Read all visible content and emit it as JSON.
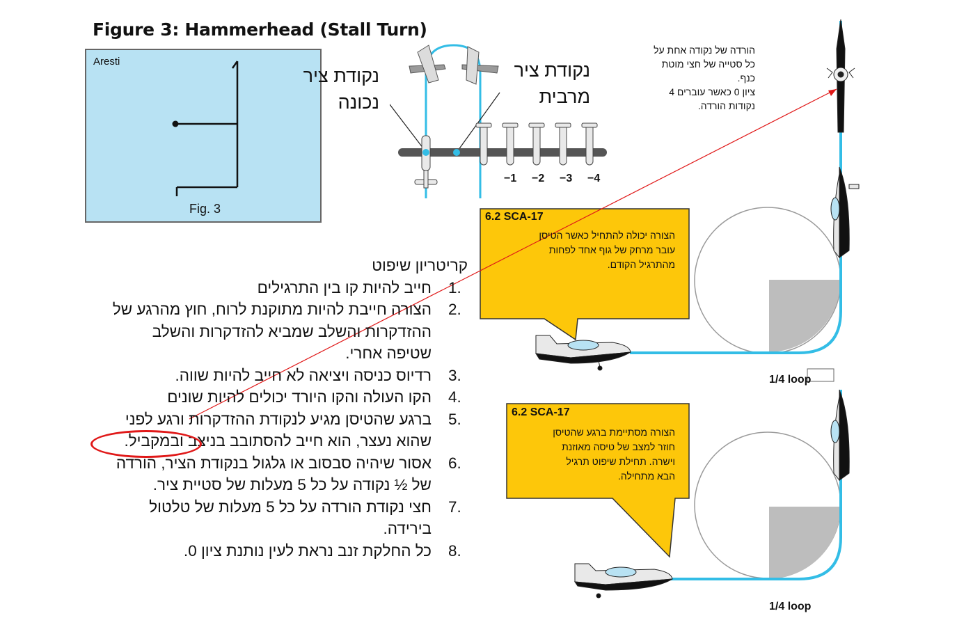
{
  "figure": {
    "title": "Figure 3: Hammerhead (Stall Turn)",
    "aresti_label": "Aresti",
    "fig_label": "Fig. 3"
  },
  "labels": {
    "pivot_correct": [
      "נקודת ציר",
      "נכונה"
    ],
    "pivot_max": [
      "נקודת ציר",
      "מרבית"
    ],
    "pivot_numbers": [
      "−1",
      "−2",
      "−3",
      "−4"
    ]
  },
  "top_note": [
    "הורדה של נקודה אחת על",
    "כל סטייה של חצי מוטת",
    "כנף.",
    "ציון 0 כאשר עוברים 4",
    "נקודות הורדה."
  ],
  "bubble_top": {
    "title": "6.2 SCA-17",
    "lines": [
      "הצורה יכולה להתחיל כאשר הטיסן",
      "עובר מרחק של גוף אחד לפחות",
      "מהתרגיל הקודם."
    ]
  },
  "bubble_bottom": {
    "title": "6.2 SCA-17",
    "lines": [
      "הצורה מסתיימת ברגע שהטיסן",
      "חוזר למצב של טיסה מאוזנת",
      "וישרה. תחילת שיפוט תרגיל",
      "הבא מתחילה."
    ]
  },
  "loop_labels": [
    "1/4 loop",
    "1/4 loop"
  ],
  "criteria": {
    "title": "קריטריון שיפוט",
    "items": [
      {
        "num": "1.",
        "lines": [
          "חייב להיות קו בין התרגילים"
        ]
      },
      {
        "num": "2.",
        "lines": [
          "הצורה חייבת להיות מתוקנת לרוח, חוץ מהרגע של",
          "ההזדקרות והשלב שמביא להזדקרות והשלב",
          "שטיפה אחרי."
        ]
      },
      {
        "num": "3.",
        "lines": [
          "רדיוס כניסה ויציאה לא חייב להיות שווה."
        ]
      },
      {
        "num": "4.",
        "lines": [
          "הקו העולה והקו היורד יכולים להיות שונים"
        ]
      },
      {
        "num": "5.",
        "lines": [
          "ברגע שהטיסן מגיע לנקודת ההזדקרות ורגע לפני",
          "שהוא נעצר, הוא חייב להסתובב בניצב ובמקביל."
        ]
      },
      {
        "num": "6.",
        "lines": [
          "אסור שיהיה סבסוב או גלגול בנקודת הציר, הורדה",
          "של ½ נקודה על כל 5 מעלות של סטיית ציר."
        ]
      },
      {
        "num": "7.",
        "lines": [
          "חצי נקודת הורדה על כל 5 מעלות של טלטול",
          "בירידה."
        ]
      },
      {
        "num": "8.",
        "lines": [
          "כל החלקת זנב נראת לעין נותנת ציון 0."
        ]
      }
    ]
  },
  "colors": {
    "aresti_bg": "#b8e2f3",
    "flight_path": "#33bde6",
    "bubble_fill": "#fdc70a",
    "shade": "#bdbdbd",
    "annotation_red": "#e01818"
  }
}
